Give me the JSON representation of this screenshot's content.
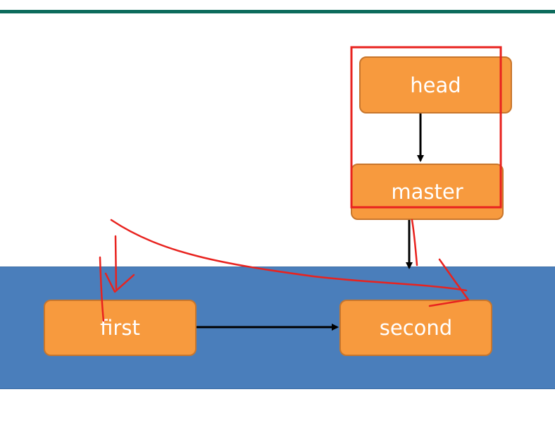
{
  "diagram": {
    "nodes": {
      "head": "head",
      "master": "master",
      "first": "first",
      "second": "second"
    },
    "edges": [
      {
        "from": "head",
        "to": "master"
      },
      {
        "from": "master",
        "to": "second"
      },
      {
        "from": "first",
        "to": "second"
      }
    ],
    "colors": {
      "top_rule": "#0c6b5c",
      "band": "#4a7ebb",
      "node_fill": "#f79a3e",
      "node_border": "#c8762c",
      "node_text": "#ffffff",
      "arrow": "#000000",
      "annotation": "#e8231f"
    }
  }
}
